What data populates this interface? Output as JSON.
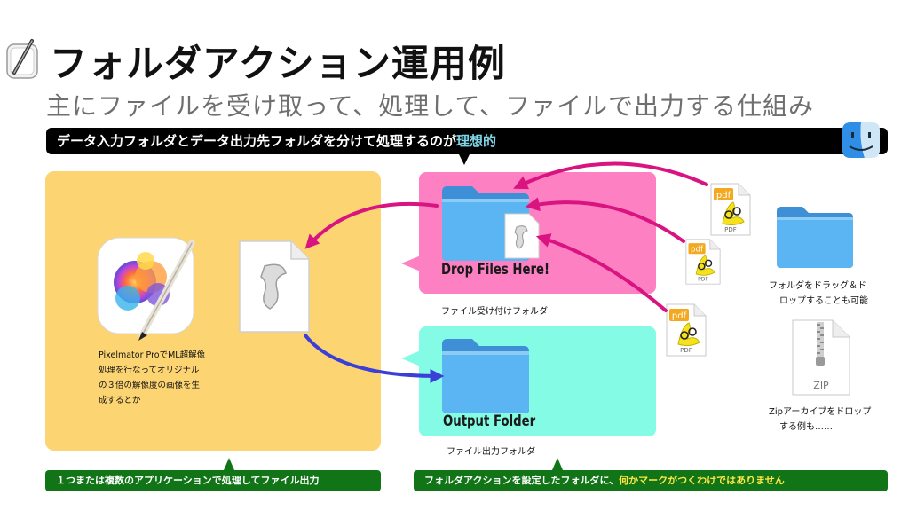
{
  "header": {
    "title": "フォルダアクション運用例",
    "subtitle": "主にファイルを受け取って、処理して、ファイルで出力する仕組み",
    "icons": {
      "app": "automator-icon",
      "finder": "finder-icon"
    }
  },
  "top_bar": {
    "text": "データ入力フォルダとデータ出力先フォルダを分けて処理するのが",
    "highlight": "理想的",
    "highlight_color": "#7ed6e8"
  },
  "process_panel": {
    "description": [
      "Pixelmator ProでML超解像",
      "処理を行なってオリジナル",
      "の３倍の解像度の画像を生",
      "成するとか"
    ],
    "color": "#fcd472"
  },
  "drop_folder": {
    "label": "Drop Files Here!",
    "caption": "ファイル受け付けフォルダ",
    "color": "#fc80c2"
  },
  "output_folder": {
    "label": "Output Folder",
    "caption": "ファイル出力フォルダ",
    "color": "#84fbe4"
  },
  "files": {
    "pdf_label": "PDF",
    "pdf_badge": "pdf",
    "zip_label": "ZIP"
  },
  "notes": {
    "folder_drag": [
      "フォルダをドラッグ＆ド",
      "ロップすることも可能"
    ],
    "zip_drop": [
      "Zipアーカイブをドロップ",
      "する例も……"
    ]
  },
  "bottom_left": {
    "text": "１つまたは複数のアプリケーションで処理してファイル出力"
  },
  "bottom_right": {
    "text": "フォルダアクションを設定したフォルダに、",
    "highlight": "何かマークがつくわけではありません",
    "highlight_color": "#ffe645"
  },
  "colors": {
    "arrow_magenta": "#d9137f",
    "arrow_blue": "#3b3fd8",
    "green_bar": "#117517",
    "folder_blue": "#5bb5f2"
  }
}
